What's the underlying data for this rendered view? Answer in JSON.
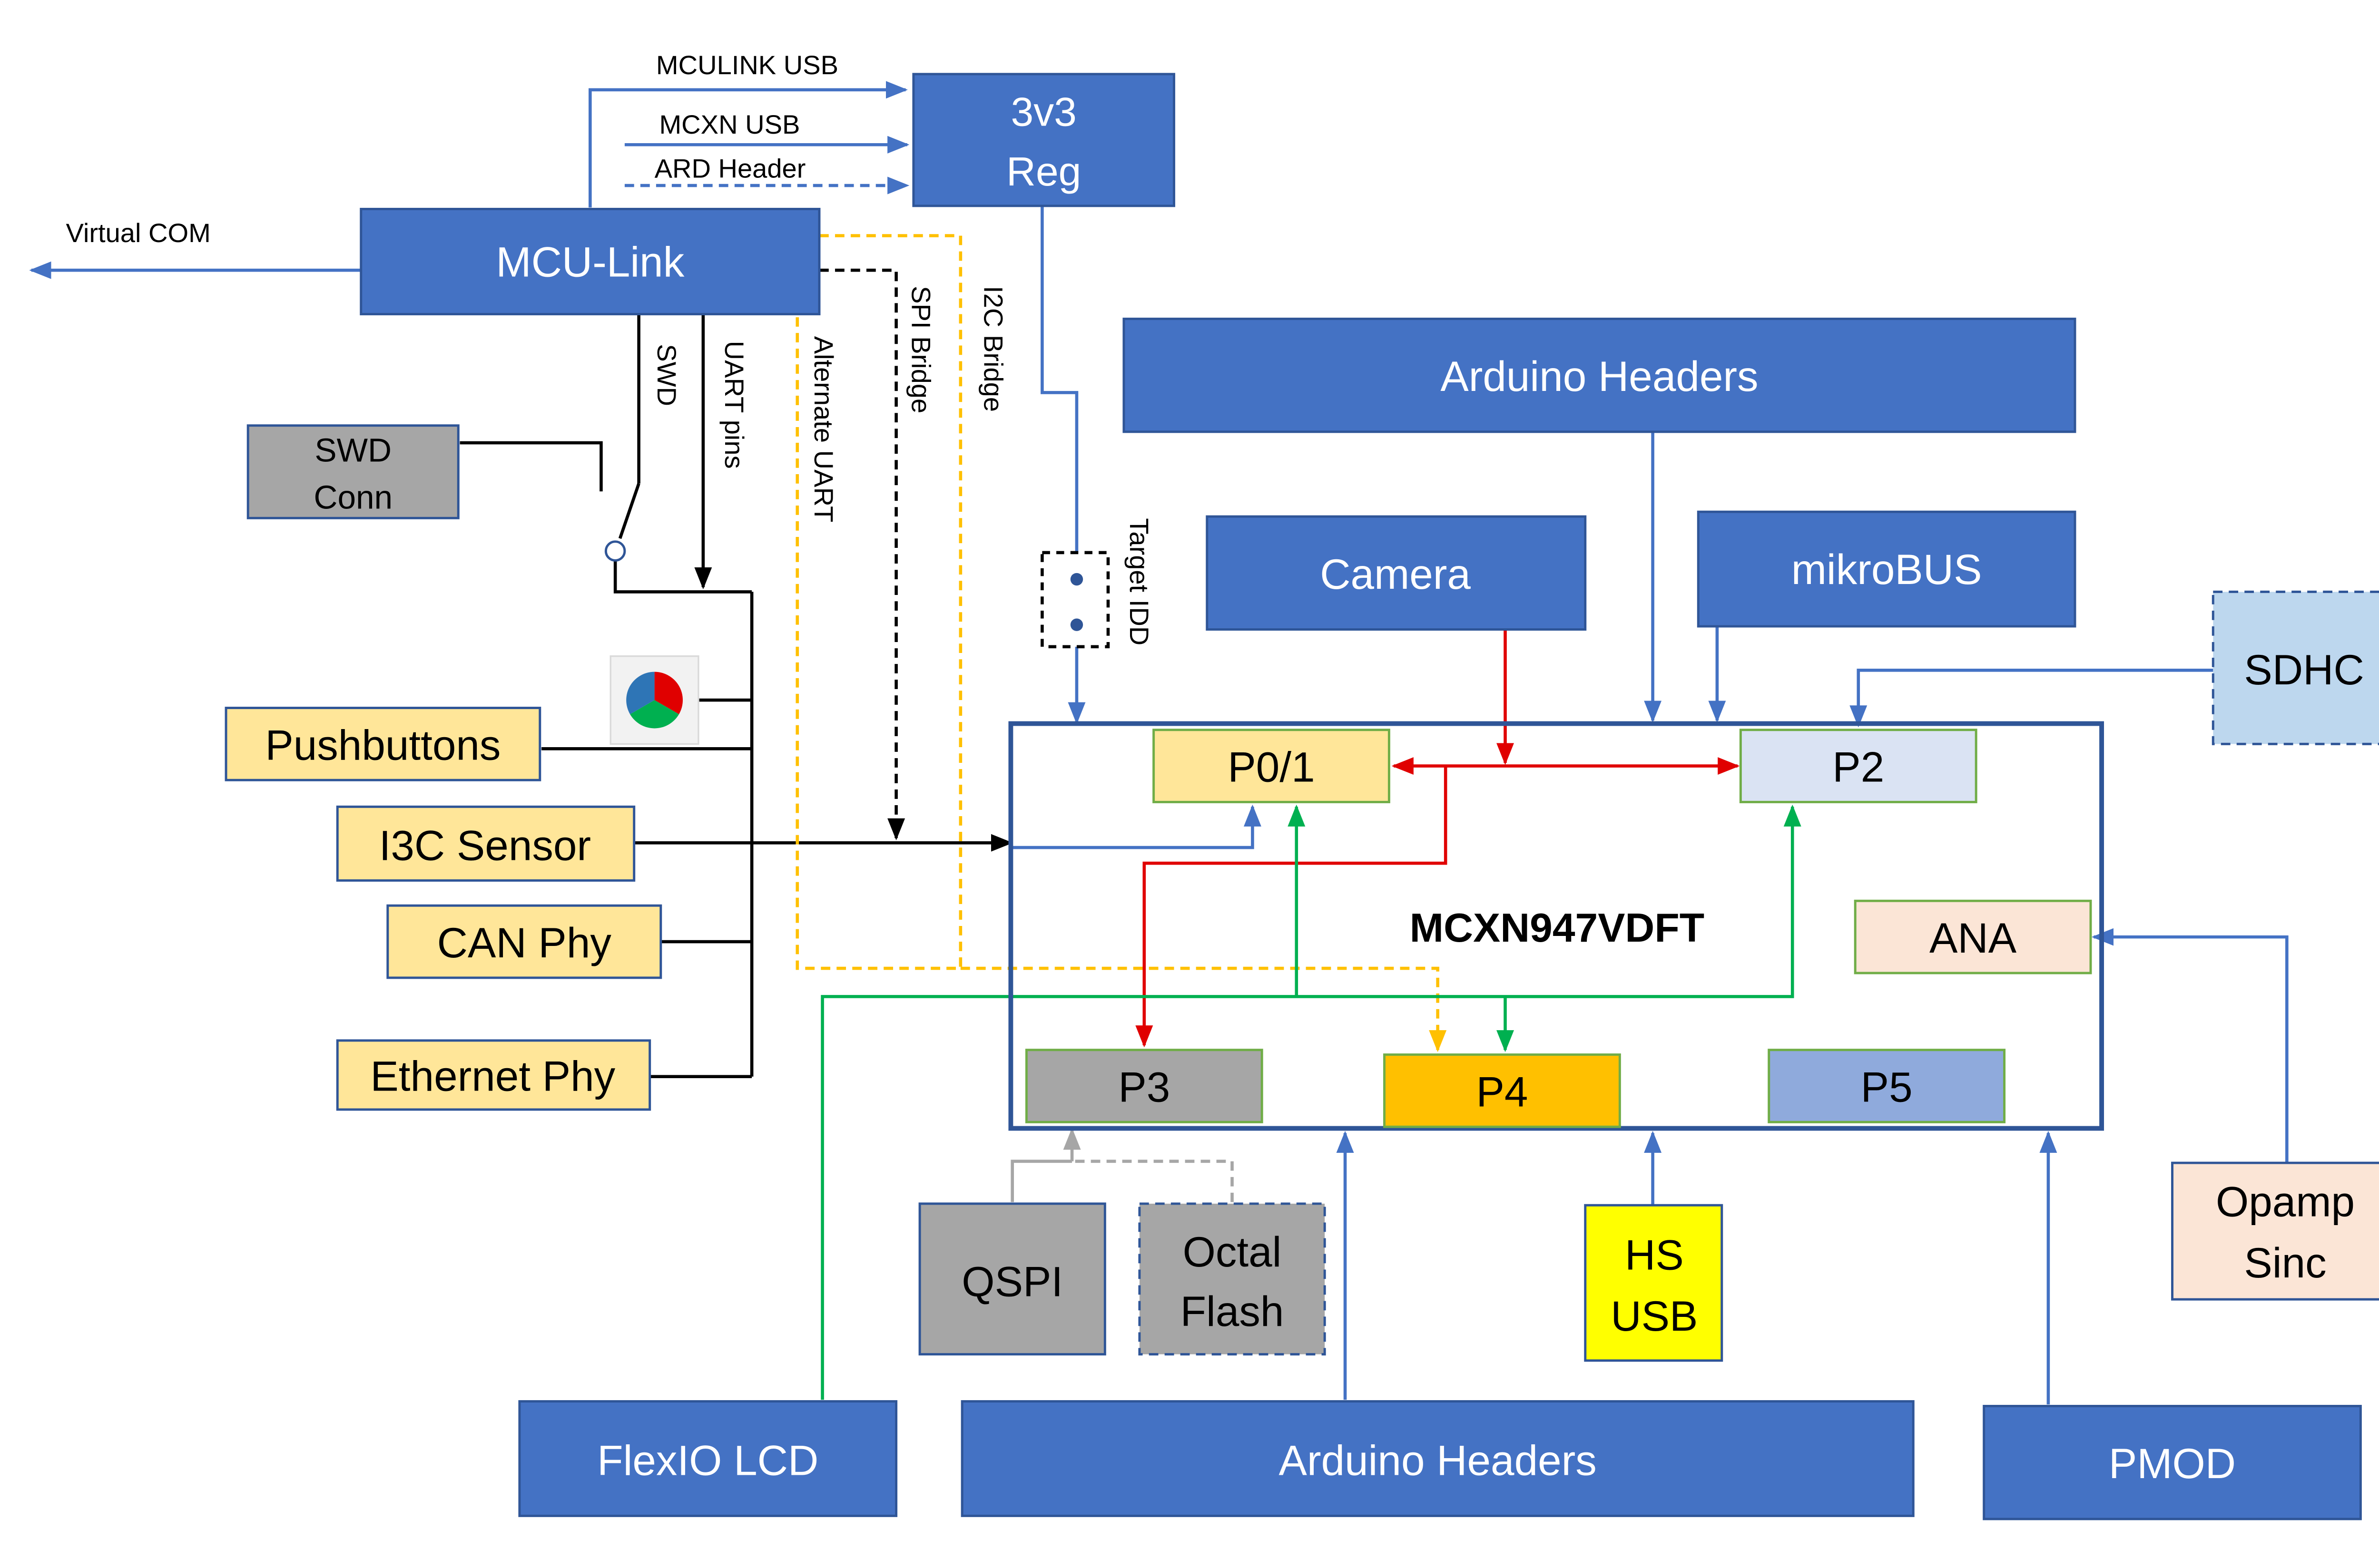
{
  "colors": {
    "blue_box": "#4472C4",
    "blue_border": "#2F5597",
    "yellow_box": "#FFE699",
    "orange_box": "#FFC000",
    "gray_box": "#A6A6A6",
    "light_blue_box": "#DAE3F3",
    "peach_box": "#FBE5D6",
    "periwinkle_box": "#8FAADC",
    "sdhc_box": "#BDD7EE",
    "hs_usb_box": "#FFFF00",
    "red_line": "#E00000",
    "green_line": "#00B050",
    "gold_dashed_line": "#FFC000",
    "chip_border": "#2F5597"
  },
  "blocks": {
    "mcu_link": "MCU-Link",
    "reg_line1": "3v3",
    "reg_line2": "Reg",
    "virtual_com": "Virtual COM",
    "arduino_top": "Arduino Headers",
    "camera": "Camera",
    "mikrobus": "mikroBUS",
    "sdhc": "SDHC",
    "swd_conn_line1": "SWD",
    "swd_conn_line2": "Conn",
    "pushbuttons": "Pushbuttons",
    "i3c_sensor": "I3C Sensor",
    "can_phy": "CAN Phy",
    "ethernet_phy": "Ethernet Phy",
    "chip": "MCXN947VDFT",
    "p01": "P0/1",
    "p2": "P2",
    "ana": "ANA",
    "p3": "P3",
    "p4": "P4",
    "p5": "P5",
    "qspi": "QSPI",
    "octal_line1": "Octal",
    "octal_line2": "Flash",
    "hs_usb_line1": "HS",
    "hs_usb_line2": "USB",
    "opamp_line1": "Opamp",
    "opamp_line2": "Sinc",
    "flexio_lcd": "FlexIO LCD",
    "arduino_bottom": "Arduino Headers",
    "pmod": "PMOD"
  },
  "signals": {
    "mculink_usb": "MCULINK USB",
    "mcxn_usb": "MCXN USB",
    "ard_header": "ARD Header",
    "swd": "SWD",
    "uart_pins": "UART pins",
    "alternate_uart": "Alternate UART",
    "spi_bridge": "SPI Bridge",
    "i2c_bridge": "I2C Bridge",
    "target_idd": "Target IDD"
  },
  "icons": {
    "rgb_led": "rgb-led-icon",
    "switch": "switch-icon",
    "jumper": "jumper-icon"
  }
}
